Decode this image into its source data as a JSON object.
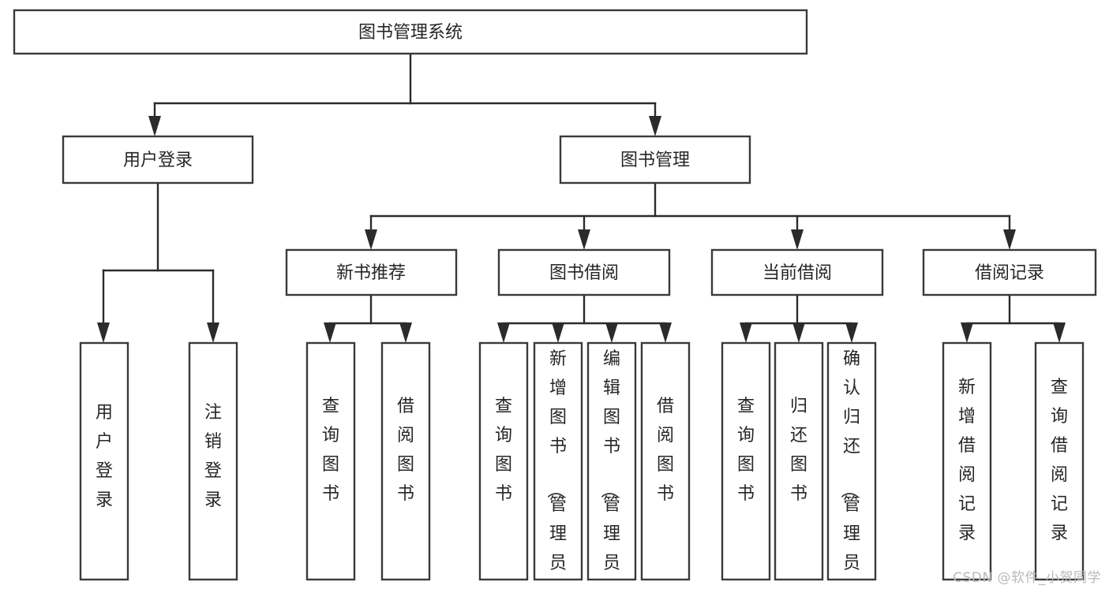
{
  "diagram": {
    "title": "图书管理系统",
    "watermark": "CSDN @软件_小贺同学",
    "colors": {
      "box_stroke": "#3a3a3a",
      "edge": "#2b2b2b",
      "background": "#ffffff",
      "text": "#262626",
      "watermark": "#b9b9b9"
    },
    "root": {
      "label": "图书管理系统"
    },
    "level2": [
      {
        "label": "用户登录"
      },
      {
        "label": "图书管理"
      }
    ],
    "level3": [
      {
        "label": "新书推荐"
      },
      {
        "label": "图书借阅"
      },
      {
        "label": "当前借阅"
      },
      {
        "label": "借阅记录"
      }
    ],
    "leaves": {
      "user_login": [
        {
          "label": "用户登录"
        },
        {
          "label": "注销登录"
        }
      ],
      "new_book_recommend": [
        {
          "label": "查询图书"
        },
        {
          "label": "借阅图书"
        }
      ],
      "book_borrow": [
        {
          "label": "查询图书"
        },
        {
          "label": "新增图书（管理员）"
        },
        {
          "label": "编辑图书（管理员）"
        },
        {
          "label": "借阅图书"
        }
      ],
      "current_borrow": [
        {
          "label": "查询图书"
        },
        {
          "label": "归还图书"
        },
        {
          "label": "确认归还（管理员）"
        }
      ],
      "borrow_record": [
        {
          "label": "新增借阅记录"
        },
        {
          "label": "查询借阅记录"
        }
      ]
    }
  }
}
